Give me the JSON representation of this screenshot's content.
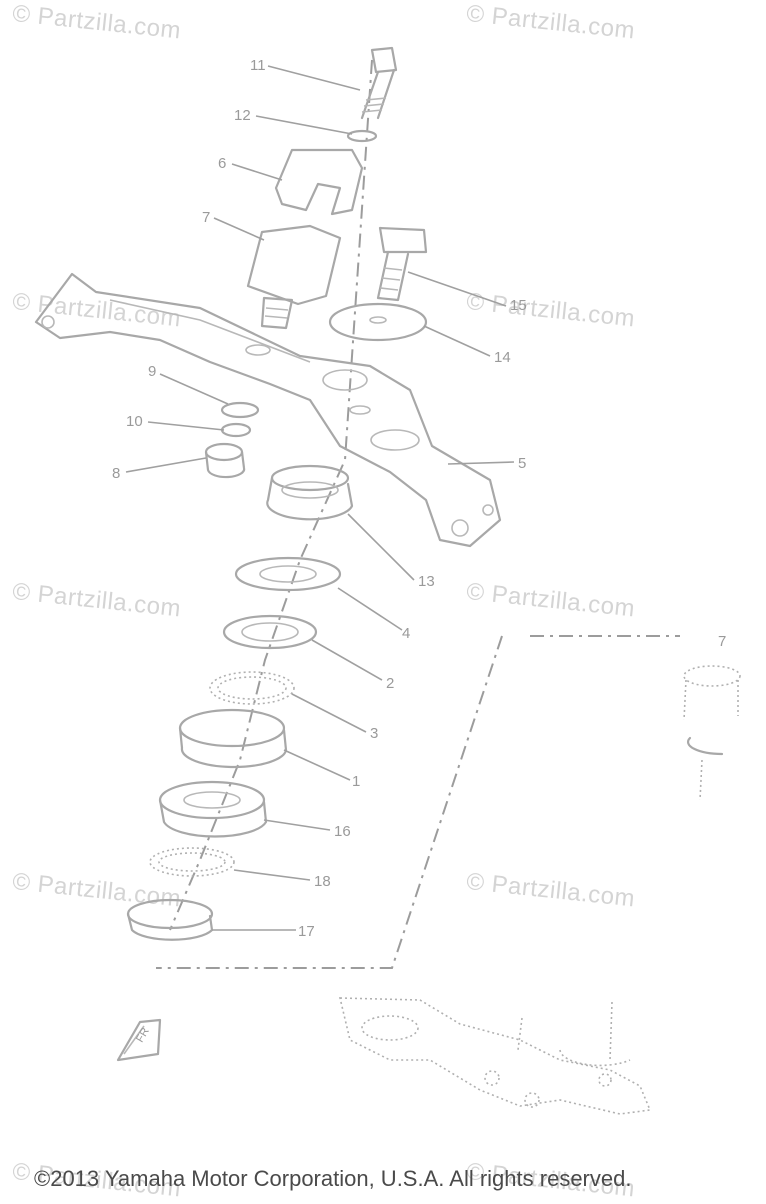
{
  "watermark_text": "© Partzilla.com",
  "copyright": "©2013 Yamaha Motor Corporation, U.S.A. All rights reserved.",
  "callouts": [
    {
      "id": "c11",
      "label": "11"
    },
    {
      "id": "c12",
      "label": "12"
    },
    {
      "id": "c6",
      "label": "6"
    },
    {
      "id": "c7",
      "label": "7"
    },
    {
      "id": "c15",
      "label": "15"
    },
    {
      "id": "c14",
      "label": "14"
    },
    {
      "id": "c9",
      "label": "9"
    },
    {
      "id": "c10",
      "label": "10"
    },
    {
      "id": "c8",
      "label": "8"
    },
    {
      "id": "c5",
      "label": "5"
    },
    {
      "id": "c13",
      "label": "13"
    },
    {
      "id": "c4",
      "label": "4"
    },
    {
      "id": "c2",
      "label": "2"
    },
    {
      "id": "c3",
      "label": "3"
    },
    {
      "id": "c1",
      "label": "1"
    },
    {
      "id": "c16",
      "label": "16"
    },
    {
      "id": "c18",
      "label": "18"
    },
    {
      "id": "c17",
      "label": "17"
    },
    {
      "id": "c7b",
      "label": "7"
    }
  ],
  "front_mark": "FR",
  "colors": {
    "line": "#a8a8a8",
    "watermark": "#d4d4d4",
    "copyright": "#4a4a4a"
  }
}
